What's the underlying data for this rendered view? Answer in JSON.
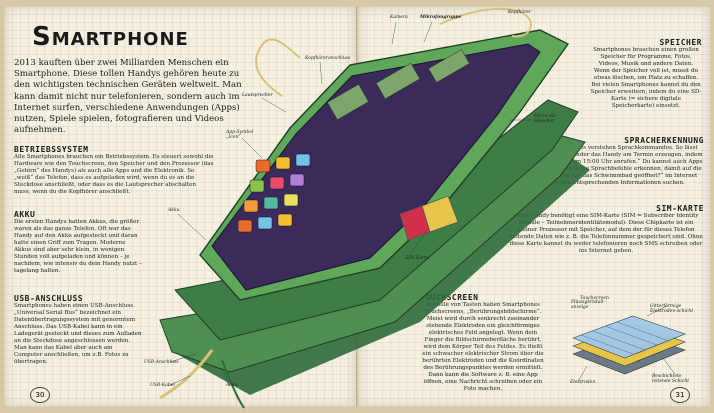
{
  "left_page": {
    "title": "Smartphone",
    "intro": "2013 kauften über zwei Milliarden Menschen ein Smartphone. Diese tollen Handys gehören heute zu den wichtigsten technischen Geräten weltweit. Man kann damit nicht nur telefonieren, sondern auch im Internet surfen, verschiedene Anwendungen (Apps) nutzen, Spiele spielen, fotografieren und Videos aufnehmen.",
    "sections": [
      {
        "head": "Betriebssystem",
        "body": "Alle Smartphones brauchen ein Betriebssystem. Es steuert sowohl die Hardware wie den Touchscreen, den Speicher und den Prozessor (das „Gehirn“ des Handys) als auch alle Apps und die Elektronik. So „weiß“ das Telefon, dass es aufgeladen wird, wenn du es an die Steckdose anschließt, oder dass es die Lautsprecher abschalten muss, wenn du die Kopfhörer anschließt."
      },
      {
        "head": "Akku",
        "body": "Die ersten Handys hatten Akkus, die größer waren als das ganze Telefon. Oft war das Handy auf den Akku aufgesteckt und daran hatte einen Griff zum Tragen. Moderne Akkus sind aber sehr klein, in wenigen Stunden voll aufgeladen und können – je nachdem, wie intensiv du dein Handy nutzt – tagelang halten."
      },
      {
        "head": "USB-Anschluss",
        "body": "Smartphones haben einen USB-Anschluss. „Universal Serial Bus“ bezeichnet ein Datenübertragungssystem mit genormtem Anschluss. Das USB-Kabel kann in ein Ladegerät gesteckt und dieses zum Aufladen an die Steckdose angeschlossen werden. Man kann das Kabel aber auch am Computer anschließen, um z.B. Fotos zu übertragen."
      }
    ],
    "page_number": "30"
  },
  "right_page": {
    "sections": [
      {
        "head": "Speicher",
        "body": "Smartphones brauchen einen großen Speicher für Programme, Fotos, Videos, Musik und andere Daten. Wenn der Speicher voll ist, musst du etwas löschen, um Platz zu schaffen. Bei vielen Smartphones kannst du den Speicher erweitern, indem du eine SD-Karte (= sichere digitale Speicherkarte) einsetzt."
      },
      {
        "head": "Spracherkennung",
        "body": "Viele Smartphones verstehen Sprachkommandos. So lässt sich z. B. im Kalender das Handy am Termin erzeugen, indem du sagst: „Billy um 15:00 Uhr anrufen.“ Du kannst auch Apps verwenden, die deine Sprachbefehle erkennen, damit auf die Frage „Wann hat das Schwimmbad geöffnet?“ im Internet nach den entsprechenden Informationen suchen."
      },
      {
        "head": "SIM-Karte",
        "body": "Jedes Handy benötigt eine SIM-Karte (SIM = Subscriber Identity Module – Teilnehmeridentitätsmodul). Diese Chipkarte ist ein kleiner Prozessor mit Speicher, auf dem der für dieses Telefon geltende Daten wie z. B. die Telefonnummer gespeichert sind. Ohne diese Karte kannst du weder telefonieren noch SMS schreiben oder ins Internet gehen."
      },
      {
        "head": "Touchscreen",
        "body": "Anstelle von Tasten haben Smartphones Touchscreens, „Berührungsbildschirme“. Meist wird durch senkrecht zueinander stehende Elektroden ein gleichförmiges elektrisches Feld angelegt. Wenn dein Finger die Bildschirmoberfläche berührt, wird dem Körper Teil des Feldes. Es fließt ein schwacher elektrischer Strom über die berührten Elektroden und die Koordinaten des Berührungspunktes werden ermittelt. Dann kann die Software z. B. eine App öffnen, eine Nachricht schreiben oder ein Foto machen."
      }
    ],
    "page_number": "31"
  },
  "callouts": {
    "kamera": "Kamera",
    "mikrofon": "Mikrofongruppe",
    "kopfhoerer": "Kopfhörer",
    "kopfhoereranschluss": "Kopfhöreranschluss",
    "lautsprecher": "Lautsprecher",
    "app_symbol": "App-Symbol „Icon“",
    "mikro_sd": "Micro-SD-Speicher",
    "akku": "Akku",
    "sim": "SIM-Karte",
    "usb_anschluss": "USB-Anschluss",
    "usb_kabel": "USB-Kabel",
    "touchscreen_label": "Touchscreen",
    "ts_glas": "Flüssigkristall-anzeige",
    "ts_elektroden": "Elektroden",
    "ts_beschichtung": "Beschichtete leitende Schicht",
    "ts_glasbeschichtung": "Gitterförmige Elektroden-schicht"
  },
  "colors": {
    "phone_green": "#5fa85a",
    "phone_dark": "#2f6b3a",
    "screen": "#3b2b5b",
    "paper": "#f6f0e1"
  }
}
